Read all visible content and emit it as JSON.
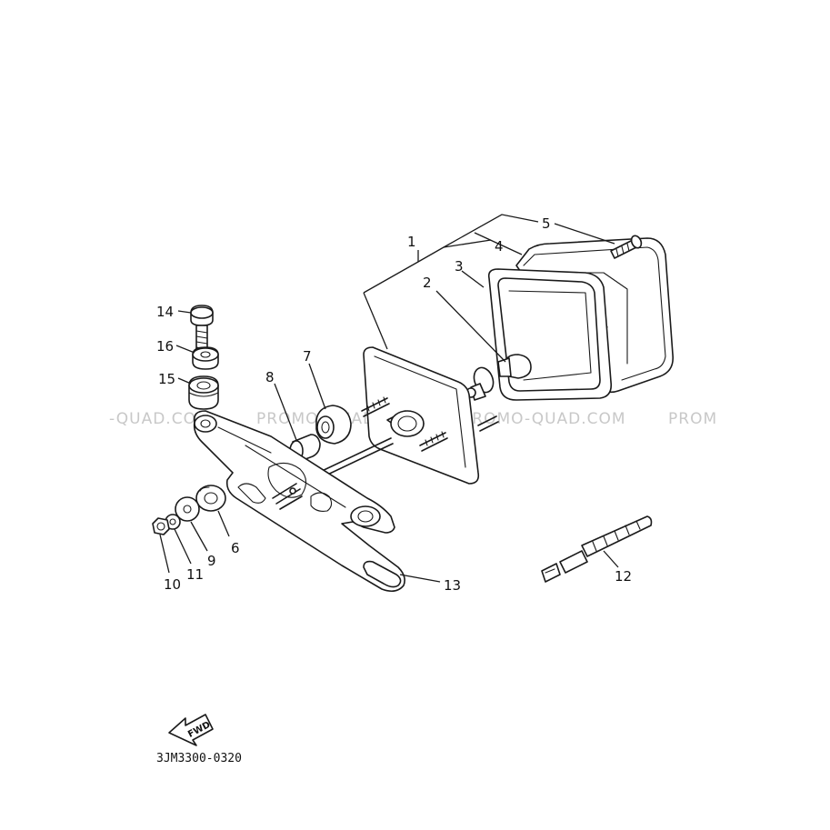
{
  "diagram": {
    "drawing_code": "3JM3300-0320",
    "fwd_label": "FWD",
    "watermark_texts": [
      "-QUAD.COM",
      "PROMO-QUAD.COM",
      "PROMO-QUAD.COM",
      "PROM"
    ],
    "callouts": {
      "c1": "1",
      "c2": "2",
      "c3": "3",
      "c4": "4",
      "c5": "5",
      "c6": "6",
      "c7": "7",
      "c8": "8",
      "c9": "9",
      "c10": "10",
      "c11": "11",
      "c12": "12",
      "c13": "13",
      "c14": "14",
      "c15": "15",
      "c16": "16"
    }
  }
}
